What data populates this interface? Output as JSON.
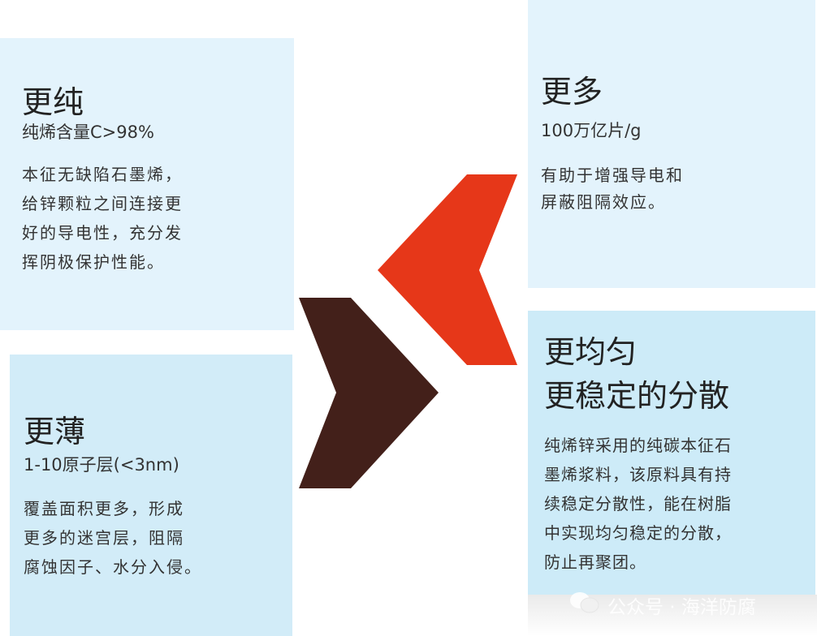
{
  "panels": {
    "purer": {
      "title": "更纯",
      "subtitle": "纯烯含量C>98%",
      "lines": [
        "本征无缺陷石墨烯，",
        "给锌颗粒之间连接更",
        "好的导电性，充分发",
        "挥阴极保护性能。"
      ]
    },
    "more": {
      "title": "更多",
      "subtitle": "100万亿片/g",
      "lines": [
        "有助于增强导电和",
        "屏蔽阻隔效应。"
      ]
    },
    "thinner": {
      "title": "更薄",
      "subtitle": "1-10原子层(<3nm)",
      "lines": [
        "覆盖面积更多，形成",
        "更多的迷宫层，阻隔",
        "腐蚀因子、水分入侵。"
      ]
    },
    "uniform": {
      "title_lines": [
        "更均匀",
        "更稳定的分散"
      ],
      "lines": [
        "纯烯锌采用的纯碳本征石",
        "墨烯浆料，该原料具有持",
        "续稳定分散性，能在树脂",
        "中实现均匀稳定的分散，",
        "防止再聚团。"
      ]
    }
  },
  "watermark": "公众号 · 海洋防腐",
  "colors": {
    "light_blue": "#e3f3fc",
    "mid_blue": "#d0ecf8",
    "red_arrow": "#e63719",
    "brown_arrow": "#43201a"
  }
}
